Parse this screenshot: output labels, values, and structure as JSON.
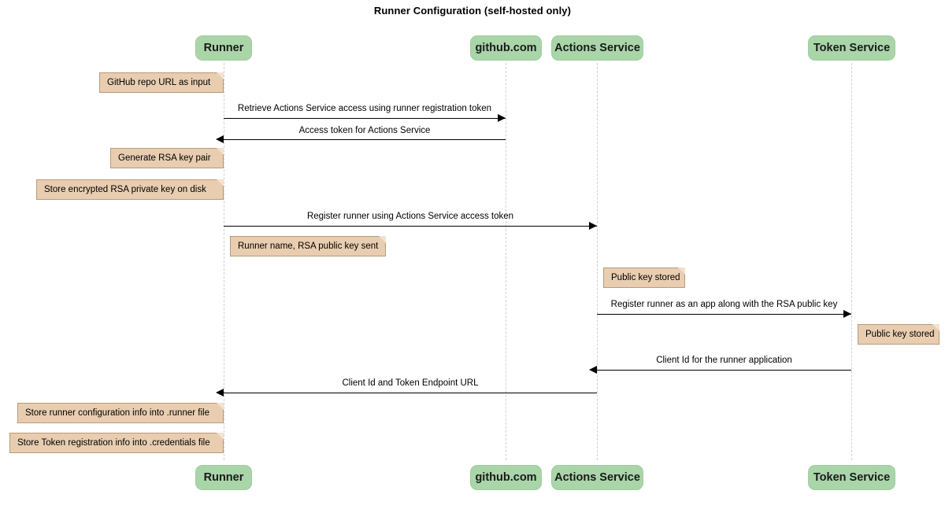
{
  "title": "Runner Configuration (self-hosted only)",
  "colors": {
    "participant_fill": "#a9d5a9",
    "participant_border": "#a0cda0",
    "note_fill": "#e8cdb0",
    "note_border": "#b99a78",
    "note_fold": "#f2e2d0",
    "lifeline": "#d0d0d0",
    "message": "#000000",
    "background": "#ffffff"
  },
  "participants": [
    {
      "id": "runner",
      "label": "Runner"
    },
    {
      "id": "github",
      "label": "github.com"
    },
    {
      "id": "actions",
      "label": "Actions Service"
    },
    {
      "id": "token",
      "label": "Token Service"
    }
  ],
  "participants_bottom": [
    {
      "id": "runner",
      "label": "Runner"
    },
    {
      "id": "github",
      "label": "github.com"
    },
    {
      "id": "actions",
      "label": "Actions Service"
    },
    {
      "id": "token",
      "label": "Token Service"
    }
  ],
  "messages": [
    {
      "id": "m1",
      "label": "Retrieve Actions Service access using runner registration token",
      "from": "runner",
      "to": "github",
      "direction": "right"
    },
    {
      "id": "m2",
      "label": "Access token for Actions Service",
      "from": "github",
      "to": "runner",
      "direction": "left"
    },
    {
      "id": "m3",
      "label": "Register runner using Actions Service access token",
      "from": "runner",
      "to": "actions",
      "direction": "right"
    },
    {
      "id": "m4",
      "label": "Register runner as an app along with the RSA public key",
      "from": "actions",
      "to": "token",
      "direction": "right"
    },
    {
      "id": "m5",
      "label": "Client Id for the runner application",
      "from": "token",
      "to": "actions",
      "direction": "left"
    },
    {
      "id": "m6",
      "label": "Client Id and Token Endpoint URL",
      "from": "actions",
      "to": "runner",
      "direction": "left"
    }
  ],
  "notes": [
    {
      "id": "n1",
      "label": "GitHub repo URL as input",
      "anchor": "runner"
    },
    {
      "id": "n2",
      "label": "Generate RSA key pair",
      "anchor": "runner"
    },
    {
      "id": "n3",
      "label": "Store encrypted RSA private key on disk",
      "anchor": "runner"
    },
    {
      "id": "n4",
      "label": "Runner name, RSA public key sent",
      "anchor": "runner"
    },
    {
      "id": "n5",
      "label": "Public key stored",
      "anchor": "actions"
    },
    {
      "id": "n6",
      "label": "Public key stored",
      "anchor": "token"
    },
    {
      "id": "n7",
      "label": "Store runner configuration info into .runner file",
      "anchor": "runner"
    },
    {
      "id": "n8",
      "label": "Store Token registration info into .credentials file",
      "anchor": "runner"
    }
  ]
}
